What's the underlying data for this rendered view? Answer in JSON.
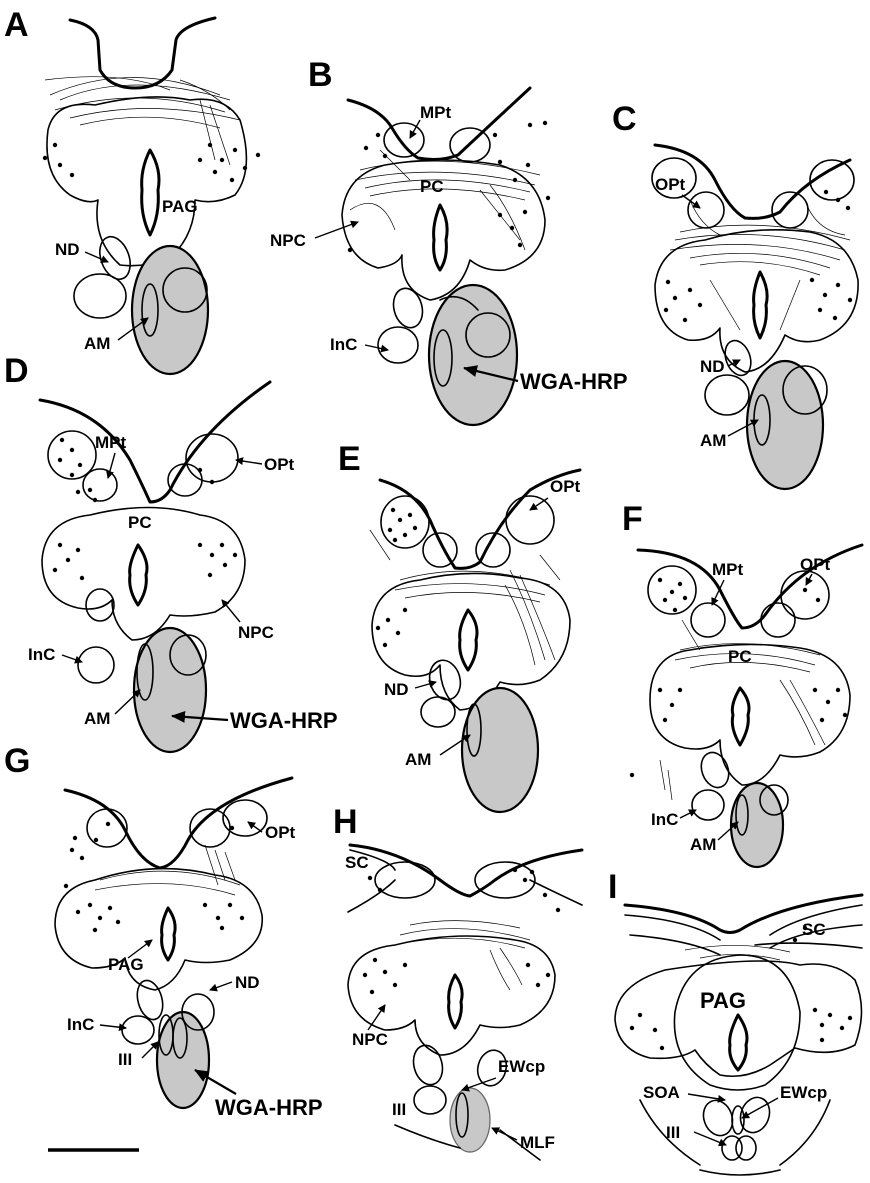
{
  "panels": [
    {
      "letter": "A",
      "labels": [
        "PAG",
        "ND",
        "AM"
      ]
    },
    {
      "letter": "B",
      "labels": [
        "MPt",
        "PC",
        "NPC",
        "InC",
        "WGA-HRP"
      ]
    },
    {
      "letter": "C",
      "labels": [
        "OPt",
        "ND",
        "AM"
      ]
    },
    {
      "letter": "D",
      "labels": [
        "MPt",
        "OPt",
        "PC",
        "NPC",
        "InC",
        "AM",
        "WGA-HRP"
      ]
    },
    {
      "letter": "E",
      "labels": [
        "OPt",
        "ND",
        "AM"
      ]
    },
    {
      "letter": "F",
      "labels": [
        "MPt",
        "OPt",
        "PC",
        "InC",
        "AM"
      ]
    },
    {
      "letter": "G",
      "labels": [
        "OPt",
        "PAG",
        "ND",
        "InC",
        "III",
        "WGA-HRP"
      ]
    },
    {
      "letter": "H",
      "labels": [
        "SC",
        "NPC",
        "EWcp",
        "III",
        "MLF"
      ]
    },
    {
      "letter": "I",
      "labels": [
        "SC",
        "PAG",
        "SOA",
        "EWcp",
        "III"
      ]
    }
  ],
  "colors": {
    "ink": "#000000",
    "injection_fill": "#c8c8c8",
    "background": "#ffffff"
  }
}
